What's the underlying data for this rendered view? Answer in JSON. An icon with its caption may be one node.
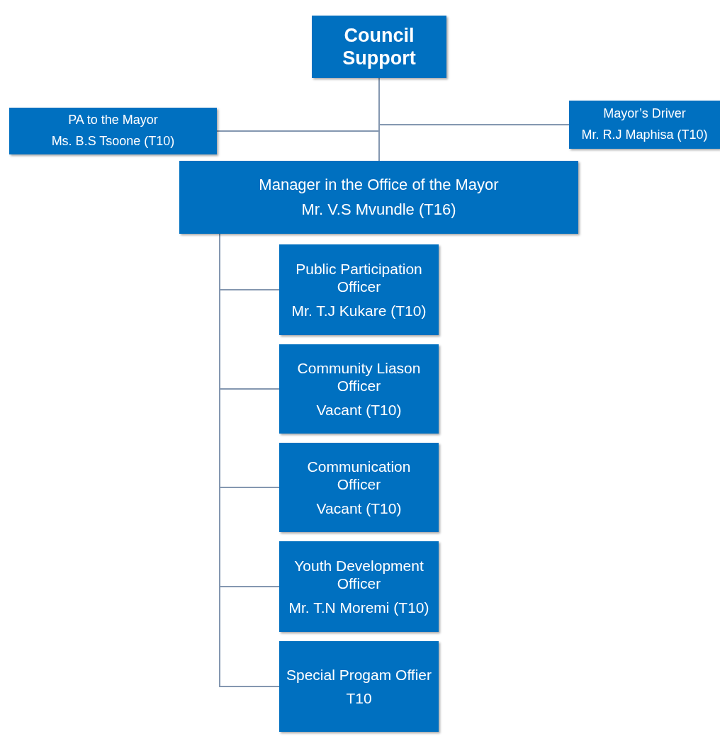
{
  "diagram": {
    "nodes": [
      {
        "text": [
          "Council Support"
        ]
      },
      {
        "text": [
          "PA to the Mayor",
          "Ms. B.S Tsoone (T10)"
        ]
      },
      {
        "text": [
          "Mayor’s Driver",
          "Mr. R.J Maphisa (T10)"
        ]
      },
      {
        "text": [
          "Manager in the Office of the Mayor",
          "Mr. V.S Mvundle (T16)"
        ]
      },
      {
        "text": [
          "Public Participation Officer",
          "Mr. T.J Kukare (T10)"
        ]
      },
      {
        "text": [
          "Community Liason Officer",
          "Vacant (T10)"
        ]
      },
      {
        "text": [
          "Communication Officer",
          "Vacant (T10)"
        ]
      },
      {
        "text": [
          "Youth Development Officer",
          "Mr. T.N Moremi (T10)"
        ]
      },
      {
        "text": [
          "Special Progam Offier",
          "T10"
        ]
      }
    ],
    "edges": [
      {
        "from": 0,
        "to": 1,
        "arrow": "none"
      },
      {
        "from": 0,
        "to": 2,
        "arrow": "none"
      },
      {
        "from": 0,
        "to": 3,
        "arrow": "none"
      },
      {
        "from": 3,
        "to": 4,
        "arrow": "none"
      },
      {
        "from": 3,
        "to": 5,
        "arrow": "none"
      },
      {
        "from": 3,
        "to": 6,
        "arrow": "none"
      },
      {
        "from": 3,
        "to": 7,
        "arrow": "none"
      },
      {
        "from": 3,
        "to": 8,
        "arrow": "none"
      }
    ]
  }
}
